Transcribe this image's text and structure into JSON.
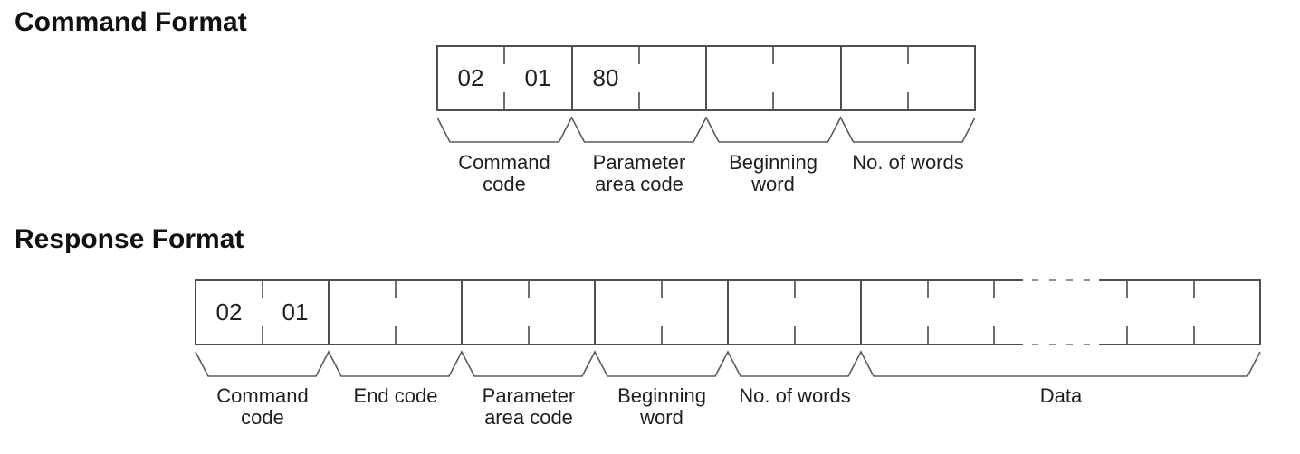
{
  "document": {
    "type": "protocol-frame-format-diagram",
    "background": "#ffffff"
  },
  "colors": {
    "line": "#4f4f4f",
    "tick": "#6e6e6e",
    "brace": "#5a5a5a",
    "text": "#1f1f1f",
    "dots": "#8f8f8f"
  },
  "sections": [
    {
      "title": "Command Format",
      "row": {
        "segments": [
          {
            "name": "command-code",
            "label": "Command\ncode",
            "cells": [
              "02",
              "01"
            ]
          },
          {
            "name": "parameter-area-code",
            "label": "Parameter\narea code",
            "cells": [
              "80",
              ""
            ]
          },
          {
            "name": "beginning-word",
            "label": "Beginning\nword",
            "cells": [
              "",
              ""
            ]
          },
          {
            "name": "no-of-words",
            "label": "No. of words",
            "cells": [
              "",
              ""
            ]
          }
        ]
      }
    },
    {
      "title": "Response Format",
      "row": {
        "segments": [
          {
            "name": "command-code",
            "label": "Command\ncode",
            "cells": [
              "02",
              "01"
            ]
          },
          {
            "name": "end-code",
            "label": "End code",
            "cells": [
              "",
              ""
            ]
          },
          {
            "name": "parameter-area-code",
            "label": "Parameter\narea code",
            "cells": [
              "",
              ""
            ]
          },
          {
            "name": "beginning-word",
            "label": "Beginning\nword",
            "cells": [
              "",
              ""
            ]
          },
          {
            "name": "no-of-words",
            "label": "No. of words",
            "cells": [
              "",
              ""
            ]
          },
          {
            "name": "data",
            "label": "Data",
            "cells": [
              "",
              "",
              "",
              "",
              "",
              ""
            ],
            "span": 3,
            "continuation_break": {
              "dots": 4
            }
          }
        ]
      }
    }
  ]
}
